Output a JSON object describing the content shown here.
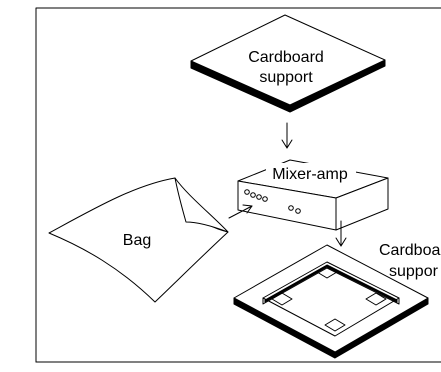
{
  "labels": {
    "top_support": [
      "Cardboard",
      "support"
    ],
    "mixer": "Mixer-amp",
    "bag": "Bag",
    "bottom_support": [
      "Cardboa",
      "suppor"
    ]
  },
  "icons": [
    "cardboard-sheet",
    "mixer-amp-box",
    "bag",
    "cardboard-frame",
    "arrow"
  ]
}
